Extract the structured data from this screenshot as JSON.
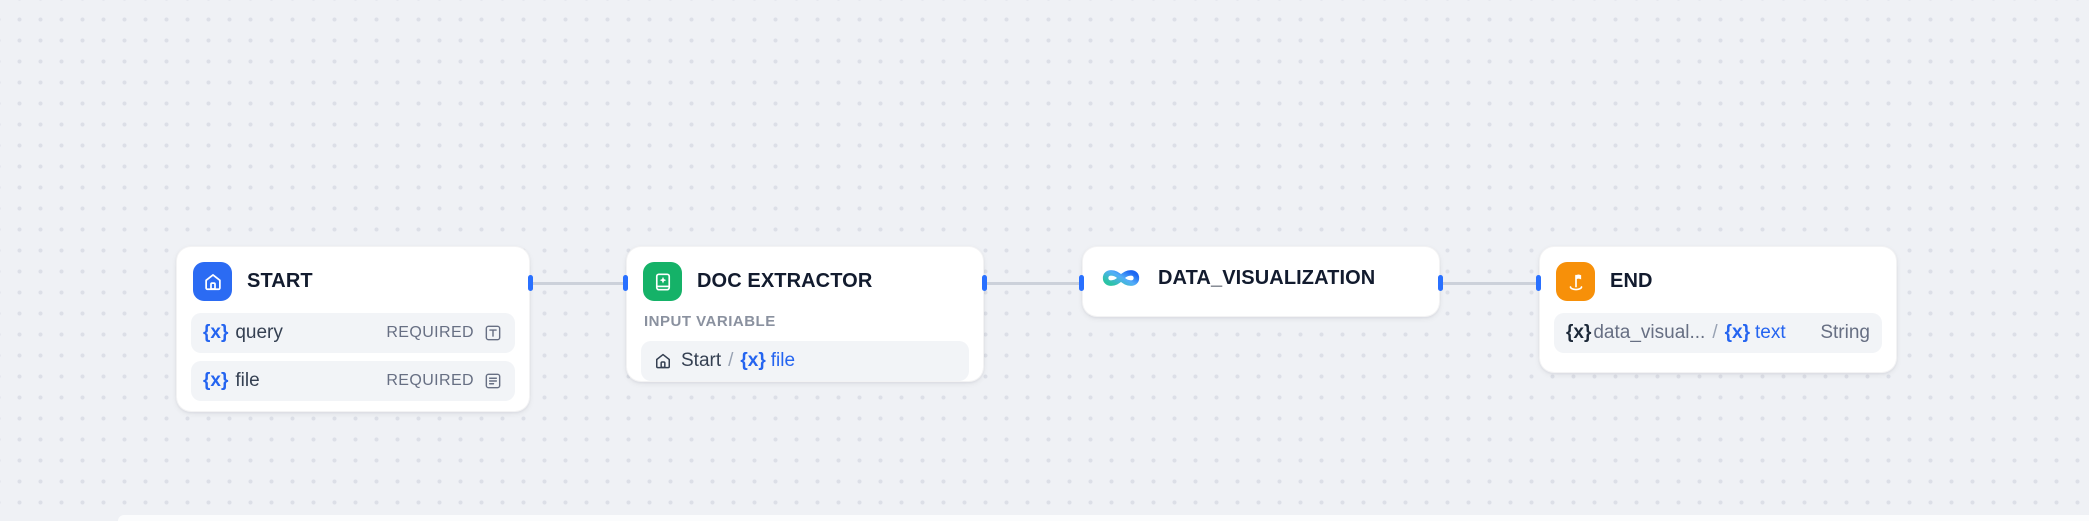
{
  "colors": {
    "canvas_bg": "#eff1f5",
    "dot": "#dcdfe7",
    "node_bg": "#ffffff",
    "row_bg": "#f2f4f7",
    "start_icon_bg": "#2b6bf3",
    "doc_extractor_icon_bg": "#15b268",
    "end_icon_bg": "#f79009",
    "variable_blue": "#2464f0",
    "handle_blue": "#2970ff",
    "edge_line_gray": "#ccd1da",
    "title_text": "#121b2e",
    "muted_text": "#676f83"
  },
  "nodes": {
    "start": {
      "title": "START",
      "icon": "home-icon",
      "variables": [
        {
          "var_prefix": "{x}",
          "name": "query",
          "badge": "REQUIRED",
          "type_icon": "text-input-icon"
        },
        {
          "var_prefix": "{x}",
          "name": "file",
          "badge": "REQUIRED",
          "type_icon": "paragraph-icon"
        }
      ]
    },
    "doc_extractor": {
      "title": "DOC EXTRACTOR",
      "icon": "document-extract-icon",
      "section_label": "INPUT VARIABLE",
      "input_variable": {
        "source_icon": "home-icon",
        "source_node": "Start",
        "separator": "/",
        "var_prefix": "{x}",
        "var_name": "file"
      }
    },
    "data_visualization": {
      "title": "DATA_VISUALIZATION",
      "icon": "infinity-logo-icon"
    },
    "end": {
      "title": "END",
      "icon": "flag-icon",
      "output": {
        "var_prefix": "{x}",
        "source_node": "data_visual...",
        "separator": "/",
        "out_prefix": "{x}",
        "var_name": "text",
        "type": "String"
      }
    }
  },
  "edges": [
    {
      "from": "START",
      "to": "DOC EXTRACTOR"
    },
    {
      "from": "DOC EXTRACTOR",
      "to": "DATA_VISUALIZATION"
    },
    {
      "from": "DATA_VISUALIZATION",
      "to": "END"
    }
  ]
}
